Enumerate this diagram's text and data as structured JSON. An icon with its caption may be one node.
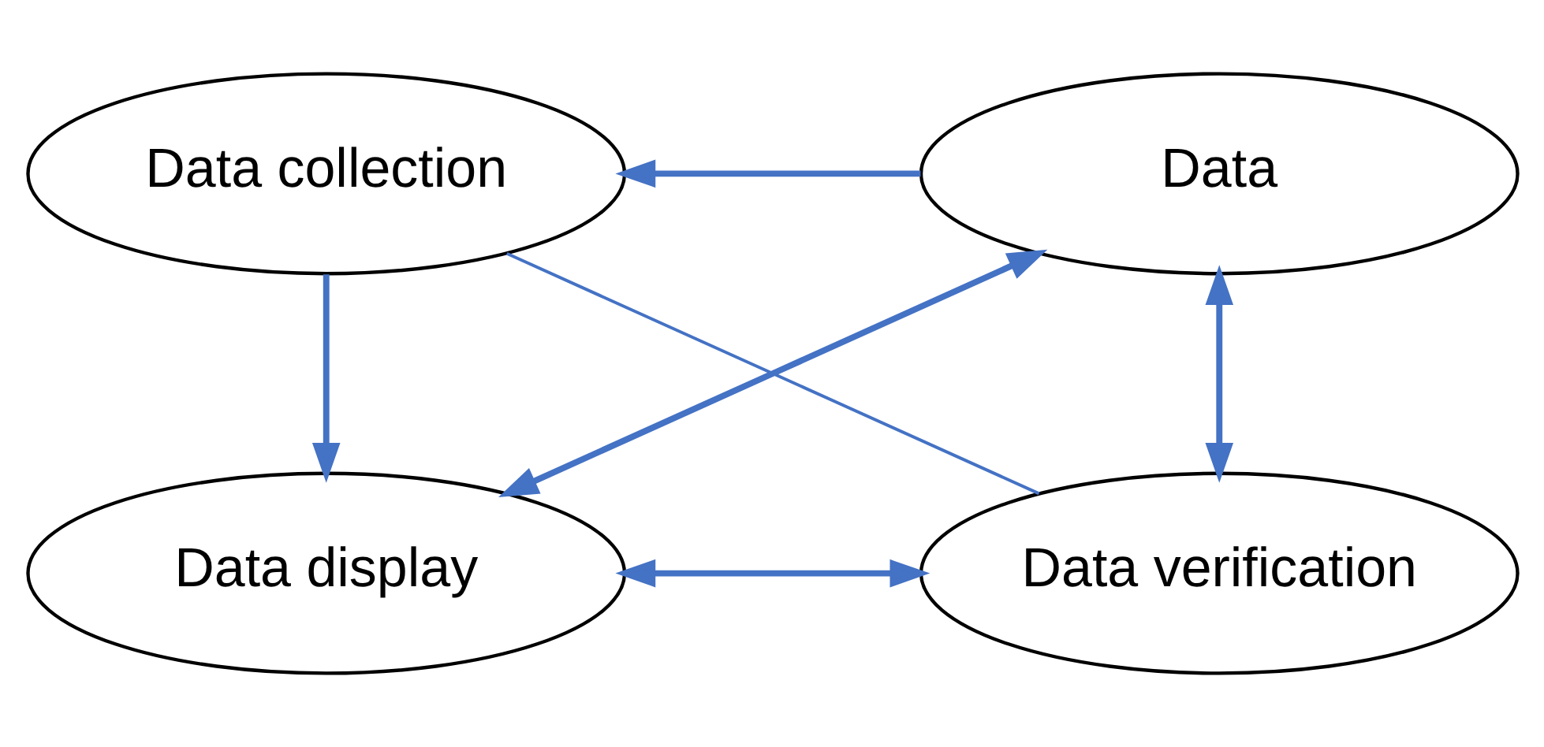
{
  "diagram": {
    "nodes": [
      {
        "text": [
          "Data collection"
        ]
      },
      {
        "text": [
          "Data display"
        ]
      },
      {
        "text": [
          "Data verification"
        ]
      },
      {
        "text": [
          "Data"
        ]
      }
    ],
    "edges": [
      {
        "from": 0,
        "to": 1,
        "arrow": "to"
      },
      {
        "from": 3,
        "to": 0,
        "arrow": "to"
      },
      {
        "from": 1,
        "to": 3,
        "arrow": "both"
      },
      {
        "from": 1,
        "to": 2,
        "arrow": "both"
      },
      {
        "from": 3,
        "to": 2,
        "arrow": "both"
      },
      {
        "from": 0,
        "to": 2,
        "arrow": "none"
      }
    ]
  }
}
